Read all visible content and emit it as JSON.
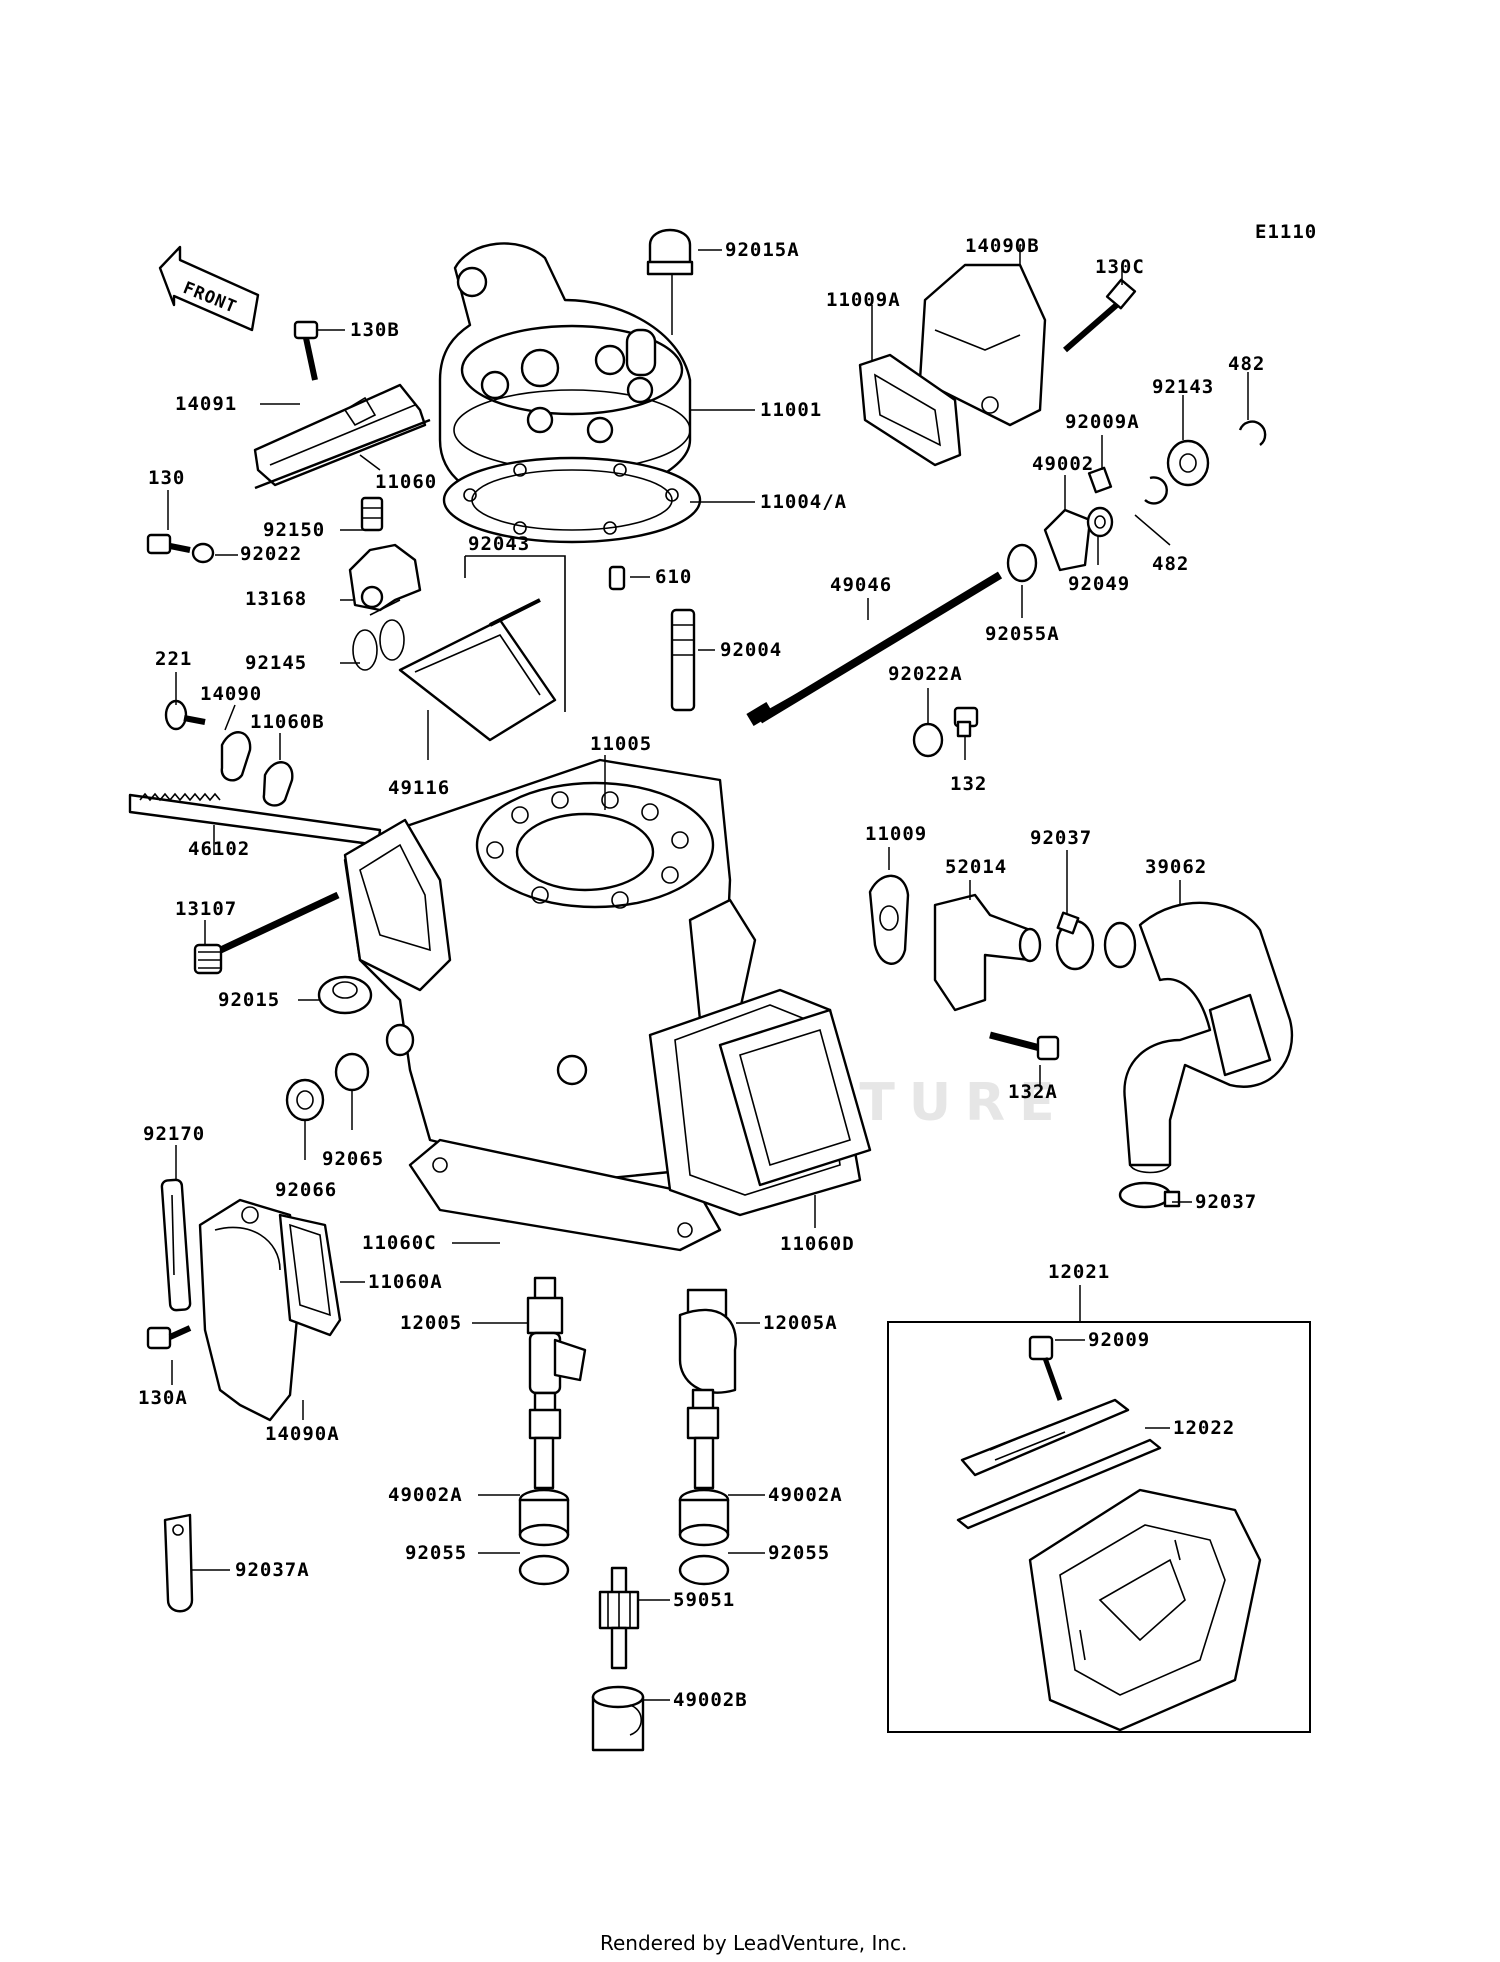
{
  "diagram_code": "E1110",
  "front_arrow_label": "FRONT",
  "watermark": "LEADVENTURE",
  "footer": "Rendered by LeadVenture, Inc.",
  "callouts": {
    "c92015A": "92015A",
    "c14090B": "14090B",
    "c130C": "130C",
    "c11009A": "11009A",
    "c130B": "130B",
    "c14091": "14091",
    "c11001": "11001",
    "c482a": "482",
    "c92143": "92143",
    "c92009A": "92009A",
    "c11060": "11060",
    "c49002": "49002",
    "c130": "130",
    "c11004A": "11004/A",
    "c92150": "92150",
    "c92022": "92022",
    "c92043": "92043",
    "c482b": "482",
    "c92049": "92049",
    "c13168": "13168",
    "c610": "610",
    "c49046": "49046",
    "c92055A": "92055A",
    "c92145": "92145",
    "c92004": "92004",
    "c221": "221",
    "c92022A": "92022A",
    "c14090": "14090",
    "c11060B": "11060B",
    "c11005": "11005",
    "c49116": "49116",
    "c132": "132",
    "c11009": "11009",
    "c92037a": "92037",
    "c39062": "39062",
    "c52014": "52014",
    "c46102": "46102",
    "c13107": "13107",
    "c92015": "92015",
    "c132A": "132A",
    "c92170": "92170",
    "c92065": "92065",
    "c92066": "92066",
    "c92037b": "92037",
    "c11060C": "11060C",
    "c11060D": "11060D",
    "c12021": "12021",
    "c11060A": "11060A",
    "c12005": "12005",
    "c12005A": "12005A",
    "c92009": "92009",
    "c130A": "130A",
    "c14090A": "14090A",
    "c12022": "12022",
    "c49002Aa": "49002A",
    "c49002Ab": "49002A",
    "c92055a": "92055",
    "c92055b": "92055",
    "c92037A": "92037A",
    "c59051": "59051",
    "c49002B": "49002B"
  }
}
